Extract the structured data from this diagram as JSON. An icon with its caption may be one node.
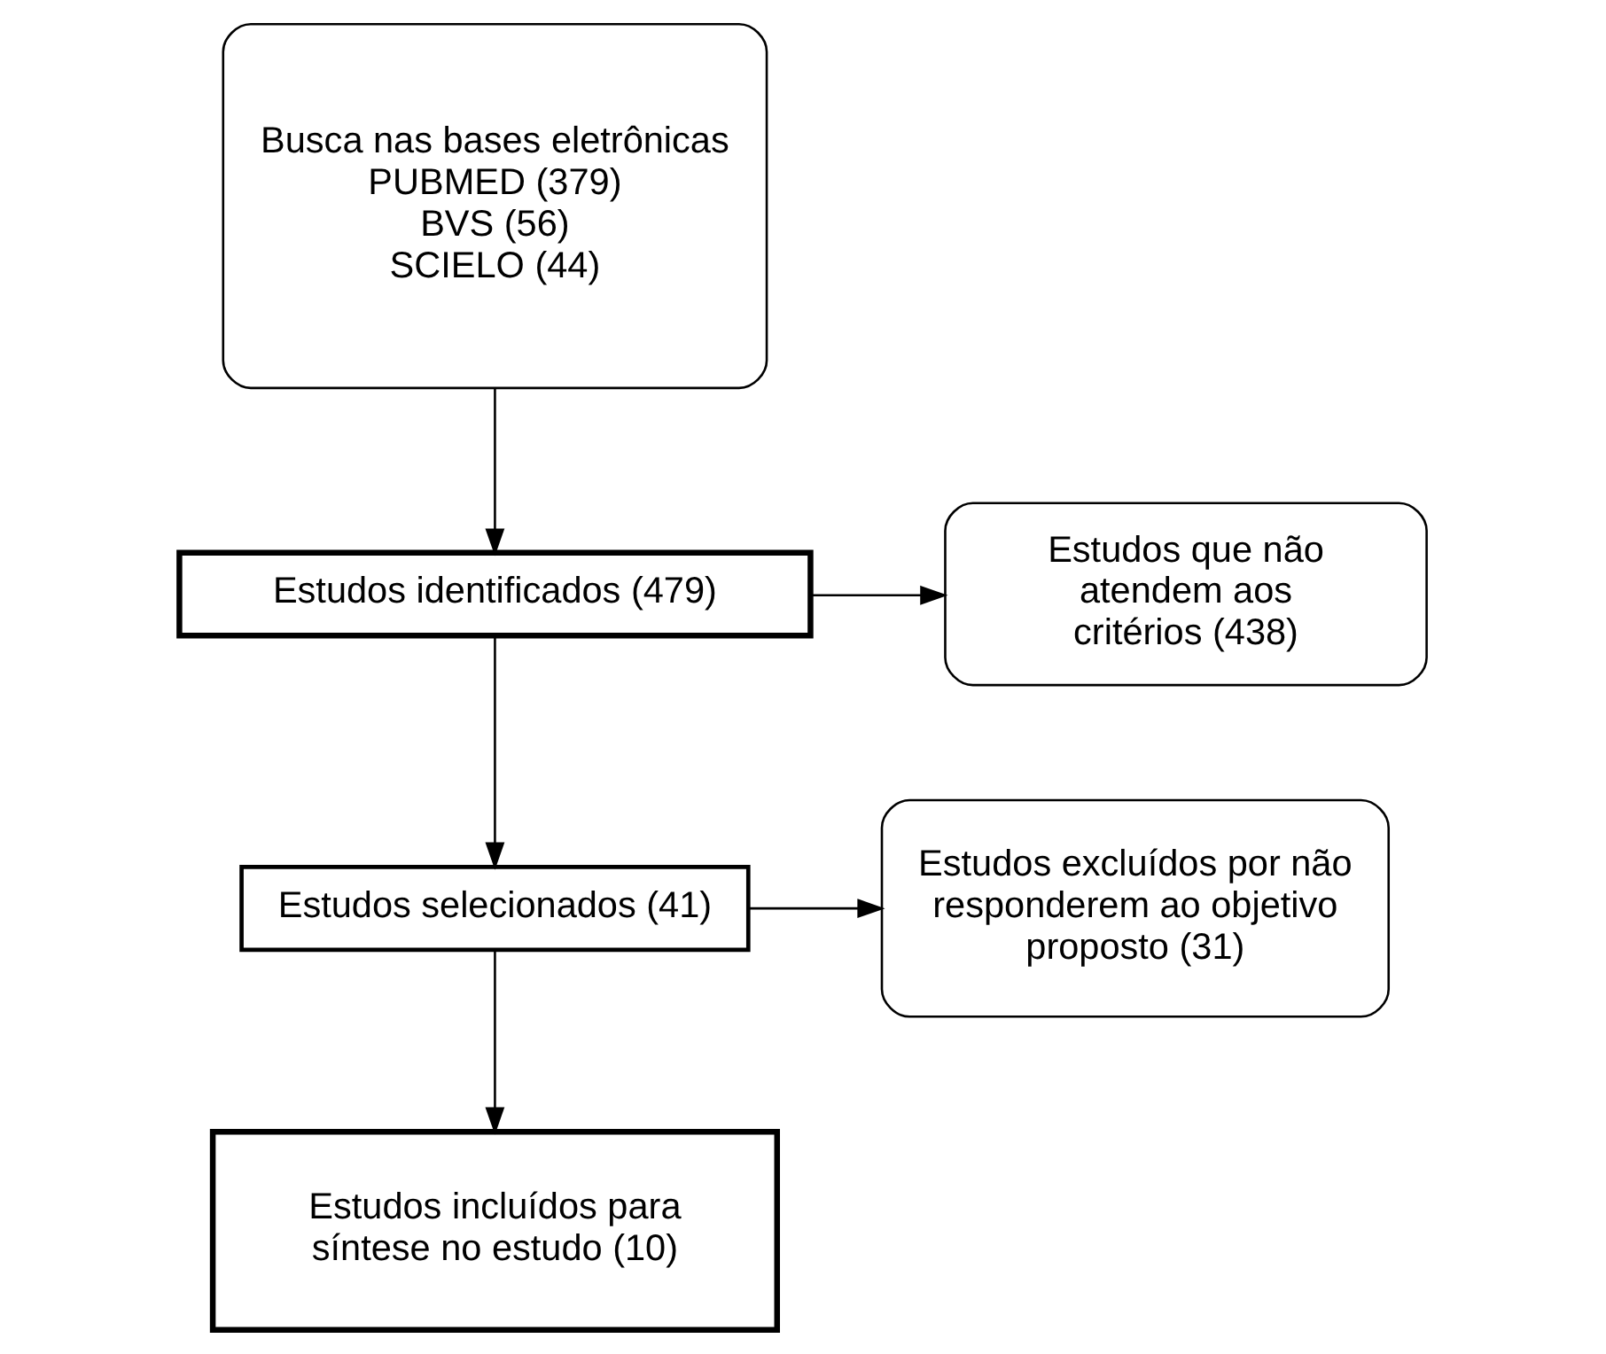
{
  "diagram": {
    "nodes": [
      {
        "text": [
          "Busca nas bases eletrônicas",
          "PUBMED (379)",
          "BVS (56)",
          "SCIELO (44)"
        ]
      },
      {
        "text": [
          "Estudos identificados (479)"
        ]
      },
      {
        "text": [
          "Estudos que não atendem aos critérios (438)"
        ]
      },
      {
        "text": [
          "Estudos selecionados (41)"
        ]
      },
      {
        "text": [
          "Estudos excluídos por não responderem ao objetivo proposto (31)"
        ]
      },
      {
        "text": [
          "Estudos incluídos para síntese no estudo (10)"
        ]
      }
    ],
    "edges": [
      {
        "from": 0,
        "to": 1,
        "arrow": "to"
      },
      {
        "from": 1,
        "to": 3,
        "arrow": "to"
      },
      {
        "from": 1,
        "to": 2,
        "arrow": "to"
      },
      {
        "from": 3,
        "to": 5,
        "arrow": "to"
      },
      {
        "from": 3,
        "to": 4,
        "arrow": "to"
      }
    ]
  }
}
